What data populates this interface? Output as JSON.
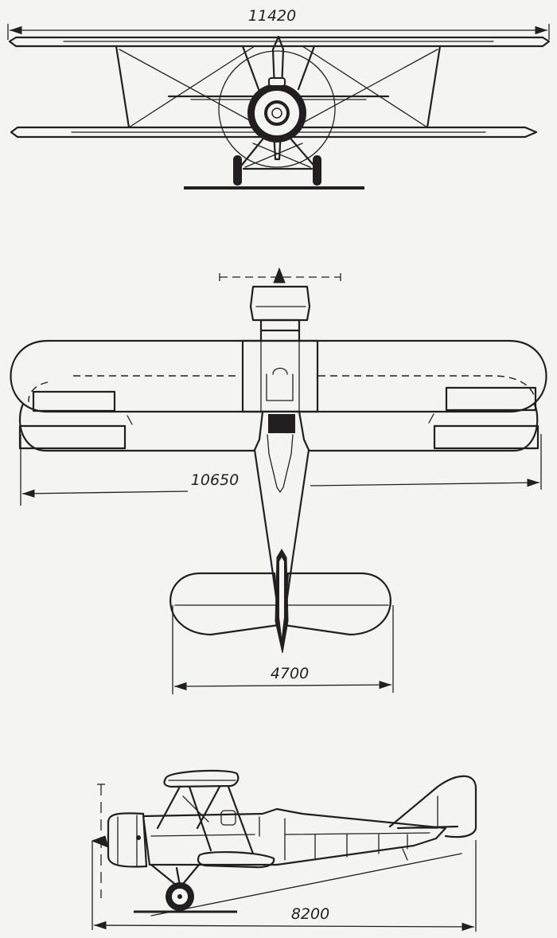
{
  "dimensions": {
    "span_upper": "11420",
    "span_lower": "10650",
    "tailplane_span": "4700",
    "length": "8200"
  }
}
